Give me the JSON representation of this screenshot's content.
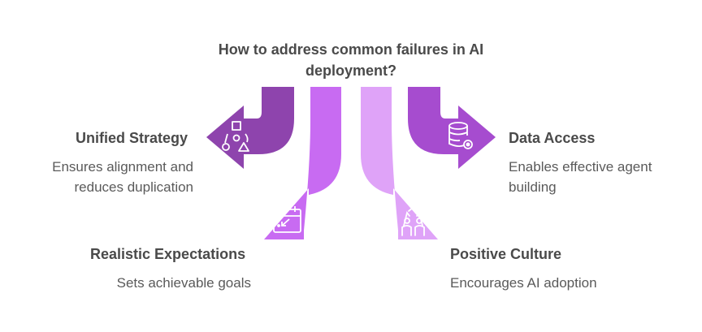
{
  "title": "How to address common failures in AI deployment?",
  "colors": {
    "dark_purple": "#8e44ad",
    "medium_purple": "#c86bf2",
    "light_purple": "#dfa3f8",
    "text": "#4a4a4a"
  },
  "items": [
    {
      "label": "Unified Strategy",
      "description": "Ensures alignment and reduces duplication",
      "icon": "shapes-network-icon"
    },
    {
      "label": "Data Access",
      "description": "Enables effective agent building",
      "icon": "database-gear-icon"
    },
    {
      "label": "Realistic Expectations",
      "description": "Sets achievable goals",
      "icon": "calendar-icon"
    },
    {
      "label": "Positive Culture",
      "description": "Encourages AI adoption",
      "icon": "high-five-icon"
    }
  ]
}
